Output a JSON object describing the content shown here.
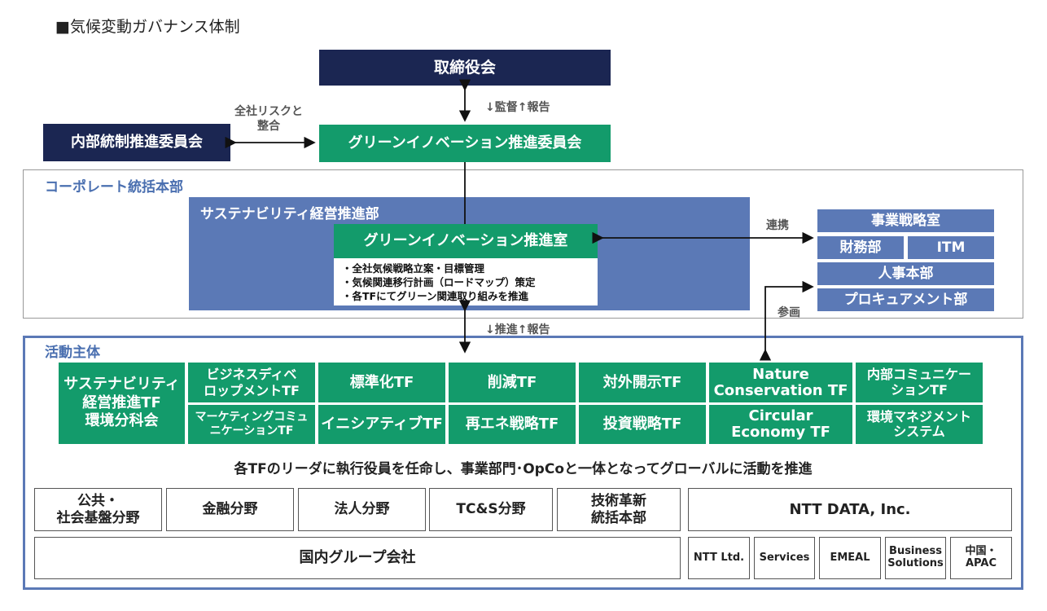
{
  "title": "■気候変動ガバナンス体制",
  "board": "取締役会",
  "supervise_report_top": "↓監督↑報告",
  "internal_control": "内部統制推進委員会",
  "risk_label_line1": "全社リスクと",
  "risk_label_line2": "整合",
  "green_committee": "グリーンイノベーション推進委員会",
  "corporate_hq": "コーポレート統括本部",
  "sustainability_dept": "サステナビリティ経営推進部",
  "green_office": "グリーンイノベーション推進室",
  "office_bullets": [
    "・全社気候戦略立案・目標管理",
    "・気候関連移行計画（ロードマップ）策定",
    "・各TFにてグリーン関連取り組みを推進"
  ],
  "coop_label": "連携",
  "participate_label": "参画",
  "right_depts": {
    "strategy": "事業戦略室",
    "finance": "財務部",
    "itm": "ITM",
    "hr": "人事本部",
    "procurement": "プロキュアメント部"
  },
  "promote_report": "↓推進↑報告",
  "activity_section": "活動主体",
  "tf_main": "サステナビリティ\n経営推進TF\n環境分科会",
  "tf_top_row": [
    "ビジネスディベ\nロップメントTF",
    "標準化TF",
    "削減TF",
    "対外開示TF",
    "Nature\nConservation TF",
    "内部コミュニケー\nションTF"
  ],
  "tf_bottom_row": [
    "マーケティングコミュ\nニケーションTF",
    "イニシアティブTF",
    "再エネ戦略TF",
    "投資戦略TF",
    "Circular\nEconomy TF",
    "環境マネジメント\nシステム"
  ],
  "leader_note": "各TFのリーダに執行役員を任命し、事業部門･OpCoと一体となってグローバルに活動を推進",
  "segments": [
    "公共・\n社会基盤分野",
    "金融分野",
    "法人分野",
    "TC&S分野",
    "技術革新\n統括本部"
  ],
  "ntt_data_inc": "NTT DATA, Inc.",
  "domestic_group": "国内グループ会社",
  "global_units": [
    "NTT Ltd.",
    "Services",
    "EMEAL",
    "Business\nSolutions",
    "中国・\nAPAC"
  ],
  "colors": {
    "navy": "#1b2652",
    "green": "#139b6b",
    "blue": "#5b79b6",
    "section_text": "#4a6fb0"
  }
}
